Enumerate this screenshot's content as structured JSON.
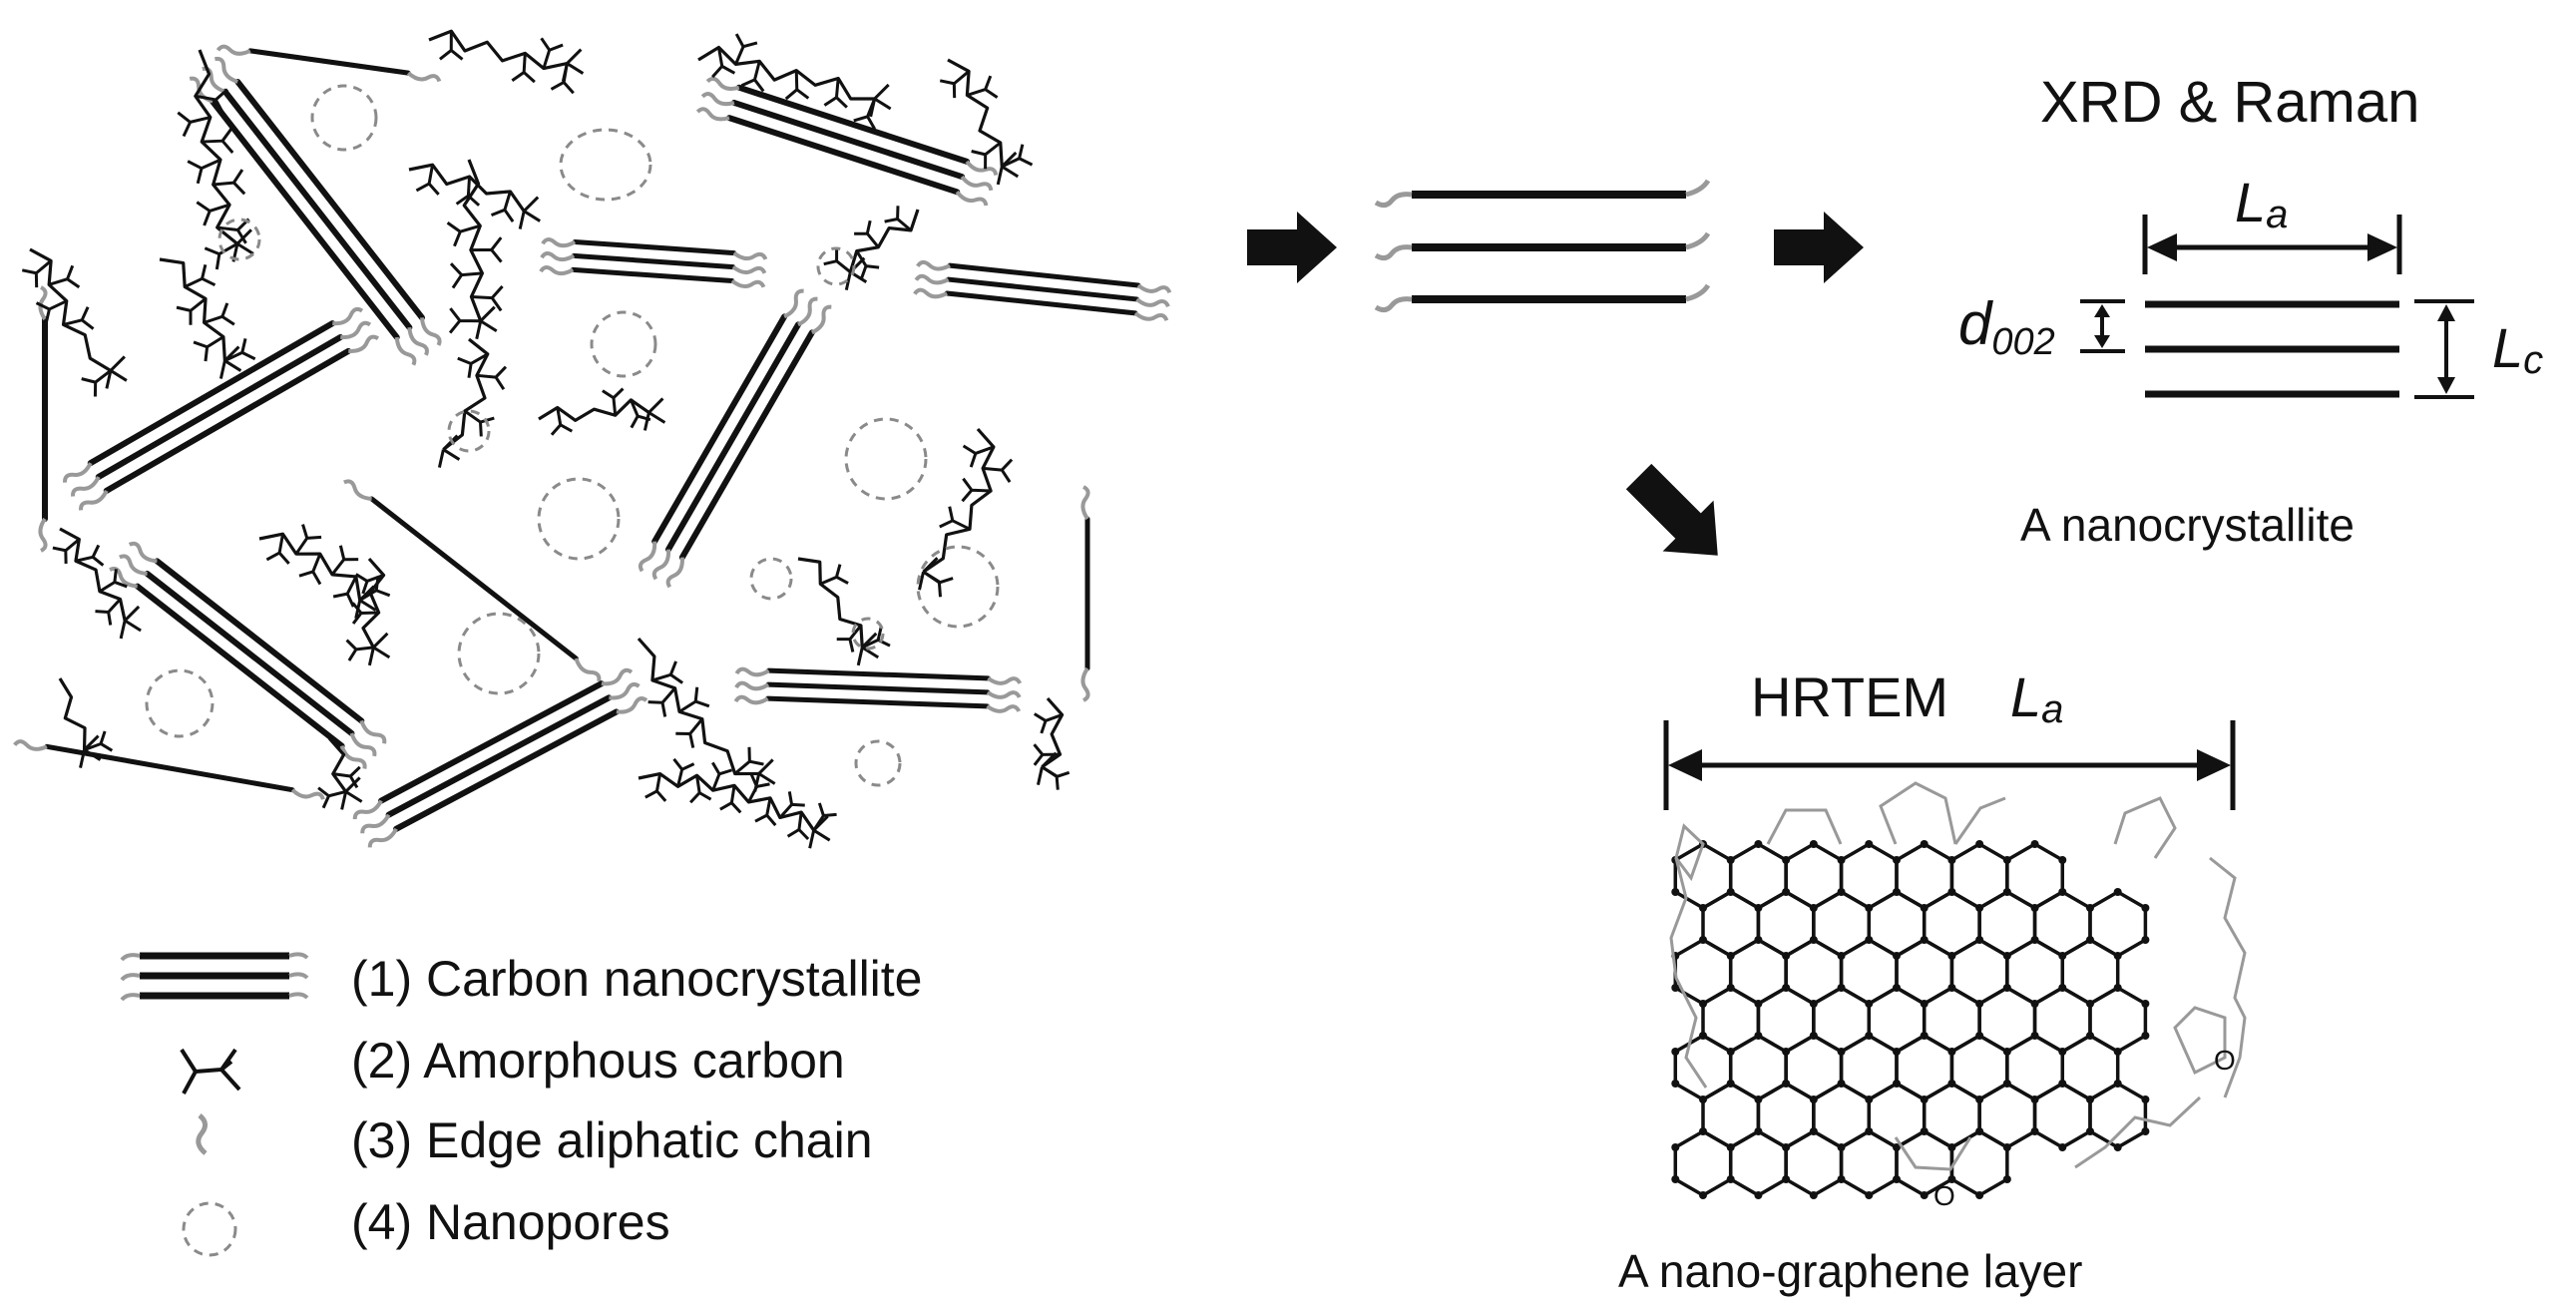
{
  "xrd_title": "XRD & Raman",
  "la_symbol": "L",
  "la_subscript": "a",
  "lc_symbol": "L",
  "lc_subscript": "c",
  "d_symbol": "d",
  "d_subscript": "002",
  "nanocrystallite_caption": "A nanocrystallite",
  "hrtem_label": "HRTEM",
  "graphene_caption": "A nano-graphene layer",
  "oxygen_label": "O",
  "legend": [
    {
      "label": "(1) Carbon nanocrystallite",
      "icon": "nanocrystallite-icon"
    },
    {
      "label": "(2) Amorphous carbon",
      "icon": "amorphous-carbon-icon"
    },
    {
      "label": "(3) Edge aliphatic chain",
      "icon": "aliphatic-chain-icon"
    },
    {
      "label": "(4) Nanopores",
      "icon": "nanopore-icon"
    }
  ],
  "colors": {
    "ink": "#111111",
    "edge": "#999999",
    "pore": "#8a8a8a"
  }
}
